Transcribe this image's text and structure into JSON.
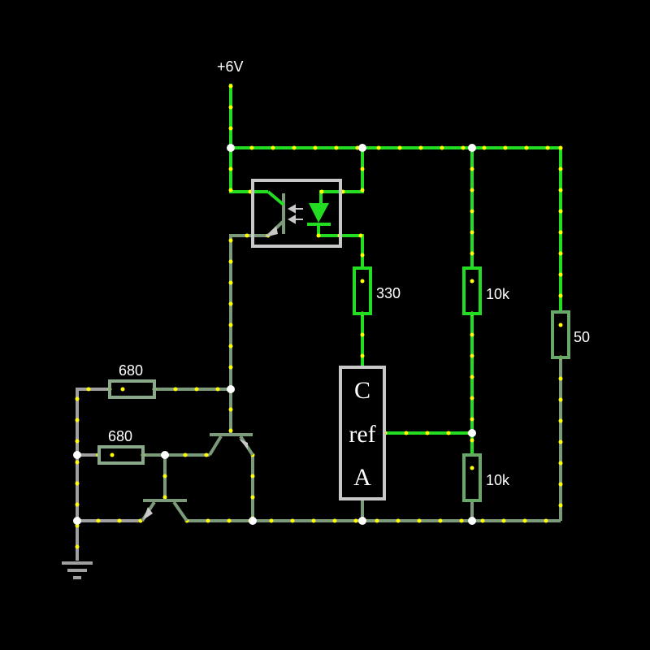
{
  "supply": {
    "label": "+6V"
  },
  "resistors": {
    "r_led": {
      "label": "330"
    },
    "r_top": {
      "label": "10k"
    },
    "r_bottom": {
      "label": "10k"
    },
    "r_load": {
      "label": "50"
    },
    "r_base1": {
      "label": "680"
    },
    "r_base2": {
      "label": "680"
    }
  },
  "shunt_ref": {
    "line1": "C",
    "line2": "ref",
    "line3": "A"
  },
  "colors": {
    "background": "#000000",
    "wire_active": "#22dd22",
    "wire_idle": "#7a9a7a",
    "wire_neutral": "#a0a0a0",
    "current_dots": "#ffff00",
    "node": "#ffffff",
    "component_box": "#c8c8c8"
  }
}
